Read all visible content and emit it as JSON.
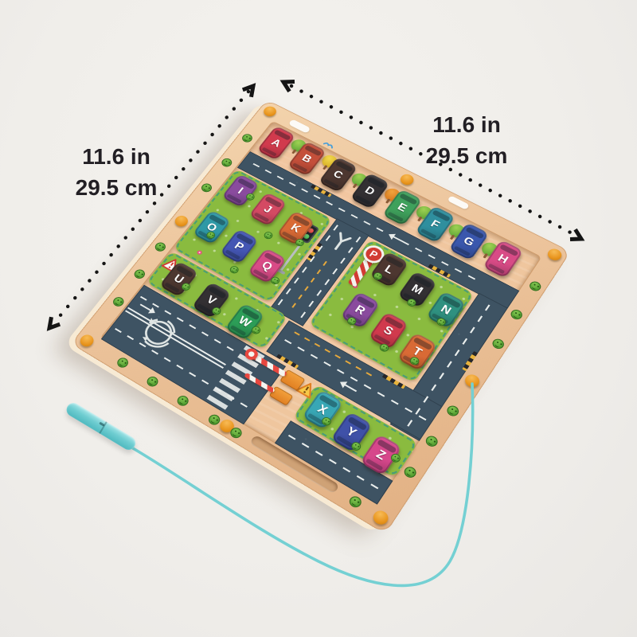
{
  "annotations": {
    "right": {
      "line1": "11.6 in",
      "line2": "29.5 cm"
    },
    "left": {
      "line1": "11.6 in",
      "line2": "29.5 cm"
    }
  },
  "board": {
    "letters": [
      {
        "letter": "A",
        "color": "#d13a4d"
      },
      {
        "letter": "B",
        "color": "#c44f3a"
      },
      {
        "letter": "C",
        "color": "#4d3730"
      },
      {
        "letter": "D",
        "color": "#333033"
      },
      {
        "letter": "E",
        "color": "#3fa15c"
      },
      {
        "letter": "F",
        "color": "#2f8f9e"
      },
      {
        "letter": "G",
        "color": "#3a57ad"
      },
      {
        "letter": "H",
        "color": "#d84b86"
      },
      {
        "letter": "I",
        "color": "#8a4b9e"
      },
      {
        "letter": "J",
        "color": "#d44a63"
      },
      {
        "letter": "K",
        "color": "#d96a35"
      },
      {
        "letter": "L",
        "color": "#4d3730"
      },
      {
        "letter": "M",
        "color": "#333033"
      },
      {
        "letter": "N",
        "color": "#2f9180"
      },
      {
        "letter": "O",
        "color": "#2f99a6"
      },
      {
        "letter": "P",
        "color": "#4456b4"
      },
      {
        "letter": "Q",
        "color": "#d84b86"
      },
      {
        "letter": "R",
        "color": "#8a4b9e"
      },
      {
        "letter": "S",
        "color": "#d13a4d"
      },
      {
        "letter": "T",
        "color": "#d96a35"
      },
      {
        "letter": "U",
        "color": "#4d3730"
      },
      {
        "letter": "V",
        "color": "#333033"
      },
      {
        "letter": "W",
        "color": "#2c9d57"
      },
      {
        "letter": "X",
        "color": "#38a7b5"
      },
      {
        "letter": "Y",
        "color": "#3f51a8"
      },
      {
        "letter": "Z",
        "color": "#d6478b"
      }
    ],
    "signs": {
      "parking_label": "P"
    },
    "colors": {
      "wood_frame": "#ecc49c",
      "wood_field": "#efc69e",
      "road": "#3e5363",
      "grass": "#8abb3f",
      "corner_cap_orange": "#e8941d",
      "pebble_green": "#4f9a2e",
      "annotation_text": "#221f24"
    },
    "icons": [
      "tree-icon",
      "cloud-icon",
      "bird-icon",
      "traffic-light-icon",
      "parking-sign",
      "warning-triangle-icon",
      "barrier-gate-icon",
      "crosswalk",
      "roundabout-icon",
      "smiley-pebble-icon",
      "flower-icon",
      "orange-cap-icon"
    ]
  },
  "pen": {
    "body_color": "#6fcdd1",
    "string_color": "#76d2d5"
  }
}
